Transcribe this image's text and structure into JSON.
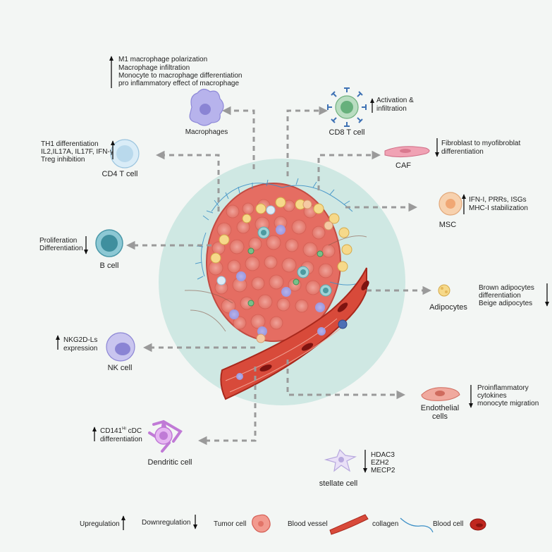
{
  "cells": {
    "macrophages": {
      "label": "Macrophages",
      "direction": "up",
      "effects": [
        "M1 macrophage polarization",
        "Macrophage infiltration",
        "Monocyte to macrophage differentiation",
        "pro inflammatory effect of macrophage"
      ]
    },
    "cd8": {
      "label": "CD8 T cell",
      "direction": "up",
      "effects": [
        "Activation &",
        "infiltration"
      ]
    },
    "cd4": {
      "label": "CD4 T cell",
      "direction": "up",
      "effects": [
        "TH1 differentiation",
        "IL2,IL17A, IL17F, IFN-γ",
        "Treg inhibition"
      ]
    },
    "caf": {
      "label": "CAF",
      "direction": "down",
      "effects": [
        "Fibroblast to myofibroblat",
        "differentiation"
      ]
    },
    "msc": {
      "label": "MSC",
      "direction": "up",
      "effects": [
        "IFN-I, PRRs, ISGs",
        "MHC-I stabilization"
      ]
    },
    "bcell": {
      "label": "B cell",
      "direction": "down",
      "effects": [
        "Proliferation",
        "Differentiation"
      ]
    },
    "adipocytes": {
      "label": "Adipocytes",
      "direction": "down",
      "effects": [
        "Brown adipocytes",
        "differentiation",
        "Beige adipocytes"
      ]
    },
    "nk": {
      "label": "NK cell",
      "direction": "up",
      "effects": [
        "NKG2D-Ls",
        "expression"
      ]
    },
    "endothelial": {
      "label_line1": "Endothelial",
      "label_line2": "cells",
      "direction": "down",
      "effects": [
        "Proinflammatory",
        "cytokines",
        "monocyte migration"
      ]
    },
    "dendritic": {
      "label": "Dendritic cell",
      "direction": "up",
      "effects_pre": "CD141",
      "effects_sup": "Hi",
      "effects_post": " cDC",
      "effects_line2": "differentiation"
    },
    "stellate": {
      "label": "stellate cell",
      "direction": "down",
      "effects": [
        "HDAC3",
        "EZH2",
        "MECP2"
      ]
    }
  },
  "legend": {
    "upregulation": "Upregulation",
    "downregulation": "Downregulation",
    "tumor_cell": "Tumor cell",
    "blood_vessel": "Blood vessel",
    "collagen": "collagen",
    "blood_cell": "Blood cell"
  },
  "colors": {
    "background": "#f3f6f4",
    "halo": "#cfe8e3",
    "tumor": "#e87f76",
    "vessel": "#c0392b",
    "arrow": "#9a9a9a",
    "collagen": "#3b8fc6"
  }
}
